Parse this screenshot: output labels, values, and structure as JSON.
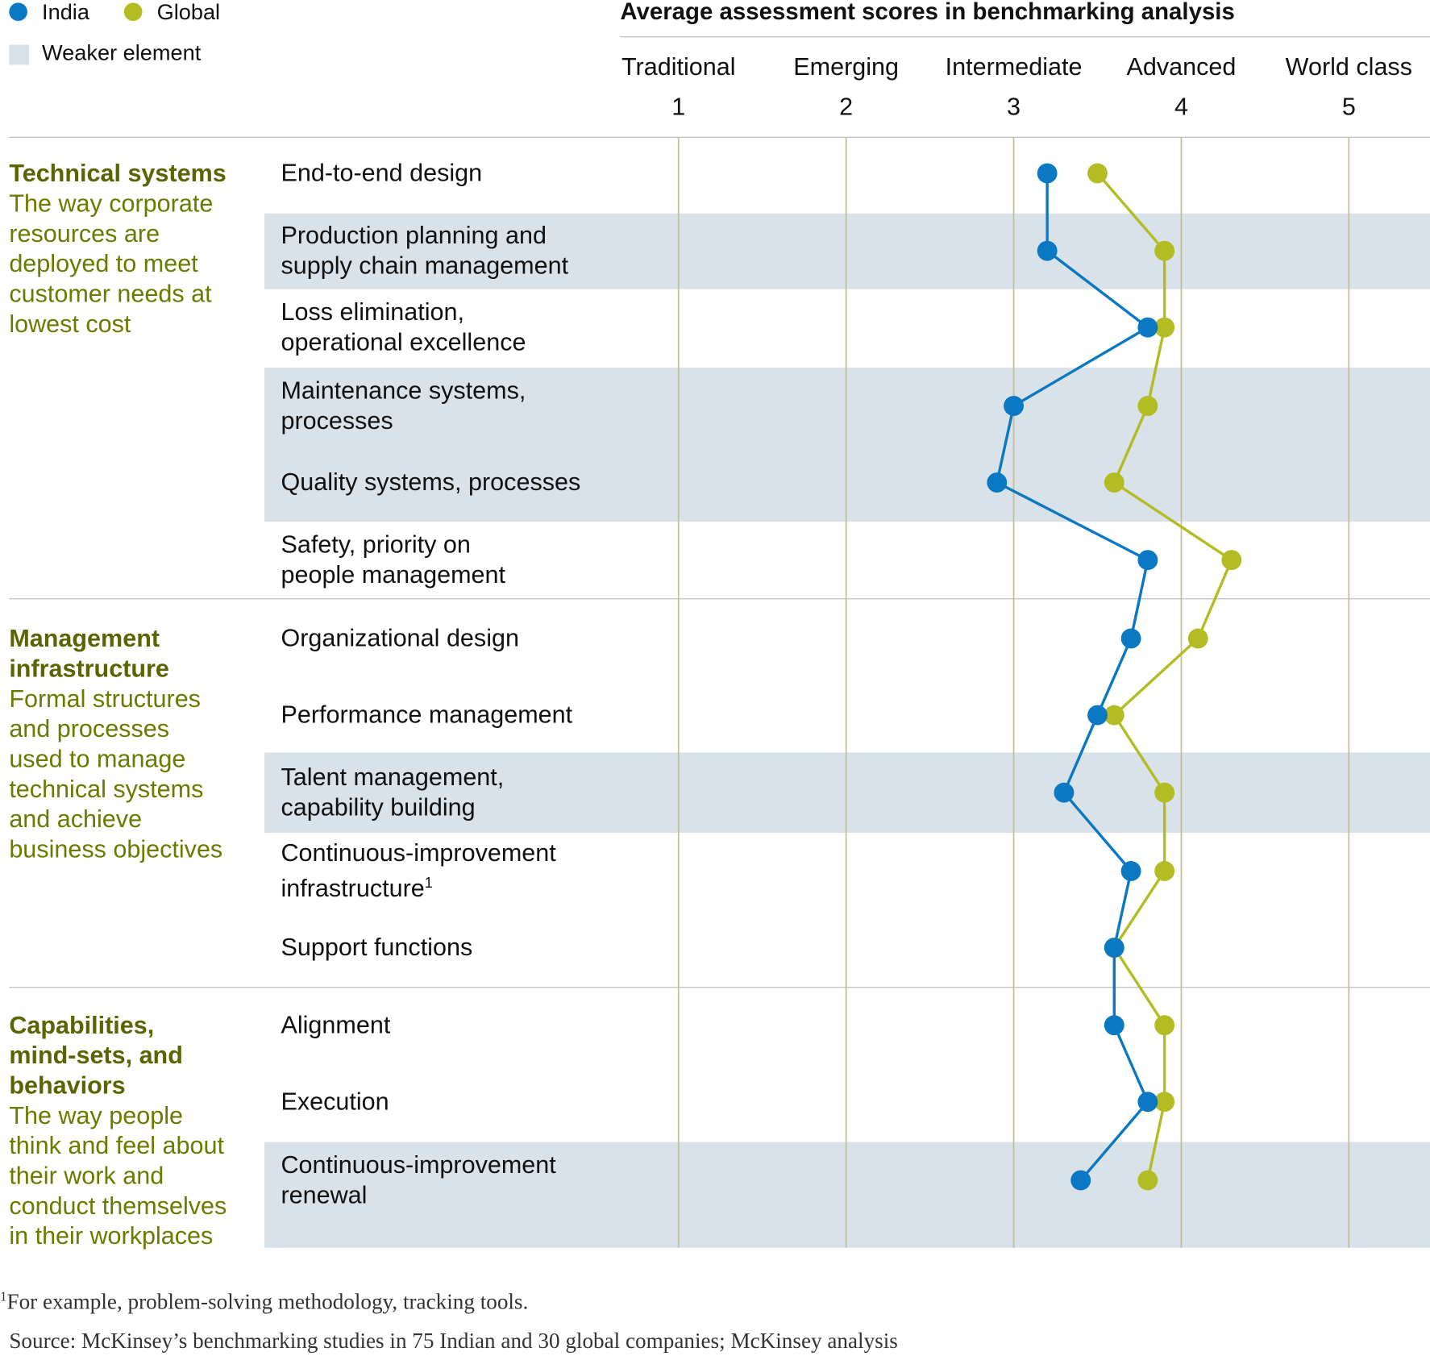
{
  "legend": {
    "india": "India",
    "global": "Global",
    "weaker": "Weaker element"
  },
  "colors": {
    "india": "#0a78c2",
    "global": "#b3bc22",
    "band": "#d8e2e8",
    "grid": "#c9bb8c"
  },
  "chart_data": {
    "type": "line",
    "title": "Average assessment scores in benchmarking analysis",
    "scale_labels": [
      "Traditional",
      "Emerging",
      "Intermediate",
      "Advanced",
      "World class"
    ],
    "ticks": [
      "1",
      "2",
      "3",
      "4",
      "5"
    ],
    "xlim": [
      1,
      5
    ],
    "sections": [
      {
        "title": "Technical systems",
        "description": "The way corporate\nresources are\ndeployed to meet\ncustomer needs at\nlowest cost"
      },
      {
        "title": "Management\ninfrastructure",
        "description": "Formal structures\nand processes\nused to manage\ntechnical systems\nand achieve\nbusiness objectives"
      },
      {
        "title": "Capabilities,\nmind-sets, and\nbehaviors",
        "description": "The way people\nthink and feel about\ntheir work and\nconduct themselves\nin their workplaces"
      }
    ],
    "categories": [
      "End-to-end design",
      "Production planning and\nsupply chain management",
      "Loss elimination,\noperational excellence",
      "Maintenance systems,\nprocesses",
      "Quality systems, processes",
      "Safety, priority on\npeople management",
      "Organizational design",
      "Performance management",
      "Talent management,\ncapability building",
      "Continuous-improvement\ninfrastructure",
      "Support functions",
      "Alignment",
      "Execution",
      "Continuous-improvement\nrenewal"
    ],
    "footnote_marker": "1",
    "weaker": [
      false,
      true,
      false,
      true,
      true,
      false,
      false,
      false,
      true,
      false,
      false,
      false,
      false,
      true
    ],
    "series": [
      {
        "name": "India",
        "values": [
          3.2,
          3.2,
          3.8,
          3.0,
          2.9,
          3.8,
          3.7,
          3.5,
          3.3,
          3.7,
          3.6,
          3.6,
          3.8,
          3.4
        ]
      },
      {
        "name": "Global",
        "values": [
          3.5,
          3.9,
          3.9,
          3.8,
          3.6,
          4.3,
          4.1,
          3.6,
          3.9,
          3.9,
          3.6,
          3.9,
          3.9,
          3.8
        ]
      }
    ]
  },
  "footnotes": {
    "note_marker": "1",
    "note": "For example, problem-solving methodology, tracking tools.",
    "source": "Source: McKinsey’s benchmarking studies in 75 Indian and 30 global companies; McKinsey analysis"
  }
}
